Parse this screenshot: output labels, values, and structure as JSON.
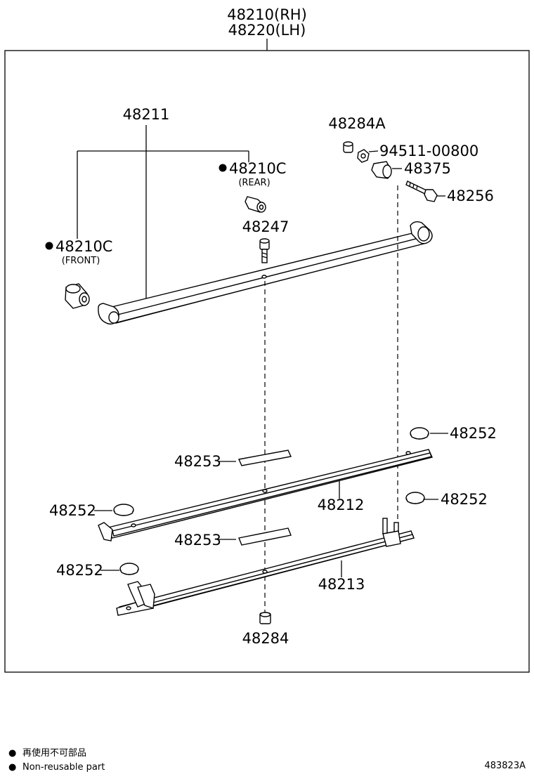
{
  "assembly": {
    "rh": "48210(RH)",
    "lh": "48220(LH)"
  },
  "labels": {
    "leaf_main": "48211",
    "bush_rear": "48210C",
    "rear_note": "(REAR)",
    "bush_front": "48210C",
    "front_note": "(FRONT)",
    "bolt_center": "48247",
    "rubber_top": "48284A",
    "nut": "94511-00800",
    "bush_shackle": "48375",
    "bolt_shackle": "48256",
    "silencer_1": "48252",
    "insert_1": "48253",
    "leaf_2": "48212",
    "silencer_2": "48252",
    "silencer_3": "48252",
    "insert_2": "48253",
    "silencer_4": "48252",
    "leaf_3": "48213",
    "nut_center": "48284"
  },
  "legend": {
    "symbol": "●",
    "jp": "再使用不可部品",
    "en": "Non-reusable part"
  },
  "diagram_id": "483823A"
}
